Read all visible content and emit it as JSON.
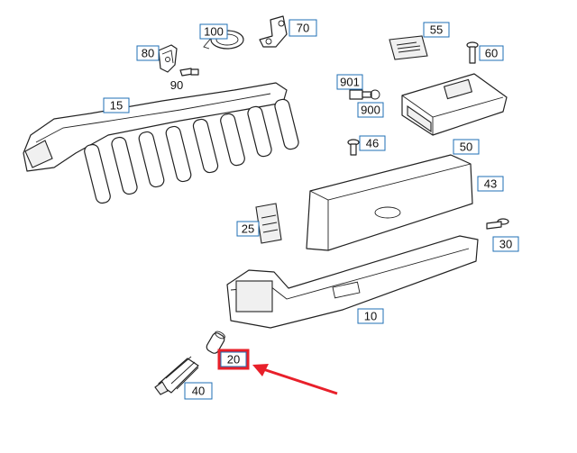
{
  "callouts": [
    {
      "id": "c80",
      "label": "80"
    },
    {
      "id": "c100",
      "label": "100"
    },
    {
      "id": "c70",
      "label": "70"
    },
    {
      "id": "c55",
      "label": "55"
    },
    {
      "id": "c60",
      "label": "60"
    },
    {
      "id": "c15",
      "label": "15"
    },
    {
      "id": "c901",
      "label": "901"
    },
    {
      "id": "c900",
      "label": "900"
    },
    {
      "id": "c46",
      "label": "46"
    },
    {
      "id": "c50",
      "label": "50"
    },
    {
      "id": "c43",
      "label": "43"
    },
    {
      "id": "c25",
      "label": "25"
    },
    {
      "id": "c30",
      "label": "30"
    },
    {
      "id": "c10",
      "label": "10"
    },
    {
      "id": "c20",
      "label": "20"
    },
    {
      "id": "c40",
      "label": "40"
    }
  ],
  "plain_labels": {
    "p90": "90"
  },
  "highlight": {
    "target": "20",
    "color": "#e8202a"
  },
  "colors": {
    "callout_border": "#1f6fb5",
    "highlight": "#e8202a",
    "line": "#222222"
  }
}
